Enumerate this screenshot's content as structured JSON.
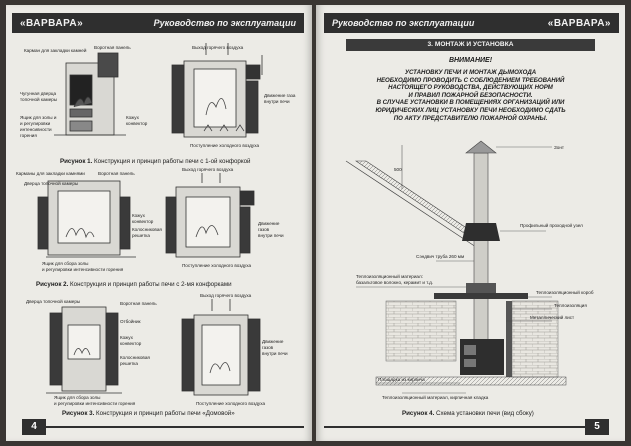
{
  "left_page": {
    "brand": "«ВАРВАРА»",
    "header_title": "Руководство по эксплуатации",
    "page_number": "4",
    "figure1": {
      "caption_prefix": "Рисунок 1.",
      "caption_text": " Конструкция и принцип работы печи с 1-ой конфоркой",
      "labels": {
        "kamni": "Карман для закладки камней",
        "vorotnaya": "Воротная панель",
        "chugun": "Чугунная дверца",
        "topochnoy": "топочной камеры",
        "yashik1": "Ящик для золы и",
        "yashik2": "и регулировки",
        "yashik3": "интенсивности",
        "yashik4": "горения",
        "kozhuh1": "Кожух",
        "kozhuh2": "конвектор",
        "vyhod": "Выход горячего воздуха",
        "dvizh1": "Движение газа",
        "dvizh2": "внутри печи",
        "postup": "Поступление холодного воздуха"
      }
    },
    "figure2": {
      "caption_prefix": "Рисунок 2.",
      "caption_text": " Конструкция и принцип работы печи с 2-мя конфорками",
      "labels": {
        "karmany": "Карманы для закладки камнями",
        "dverca": "Дверца топочной камеры",
        "vorotnaya": "Воротная панель",
        "kozhuh1": "Кожух",
        "kozhuh2": "конвектор",
        "kolos1": "Колосниковая",
        "kolos2": "решетка",
        "yashik1": "Ящик для сбора золы",
        "yashik2": "и регулировки интенсивности горения",
        "vyhod": "Выход горячего воздуха",
        "dvizh1": "Движение",
        "dvizh2": "газов",
        "dvizh3": "внутри печи",
        "postup": "Поступление холодного воздуха"
      }
    },
    "figure3": {
      "caption_prefix": "Рисунок 3.",
      "caption_text": " Конструкция и принцип работы печи «Домовой»",
      "labels": {
        "dverca": "Дверца топочной камеры",
        "vorotnaya": "Воротная панель",
        "otboinik": "Отбойник",
        "kozhuh1": "Кожух",
        "kozhuh2": "конвектор",
        "kolos1": "Колосниковая",
        "kolos2": "решетка",
        "yashik1": "Ящик для сбора золы",
        "yashik2": "и регулировки интенсивности горения",
        "vyhod": "Выход горячего воздуха",
        "dvizh1": "Движение",
        "dvizh2": "газов",
        "dvizh3": "внутри печи",
        "postup": "Поступление холодного воздуха"
      }
    }
  },
  "right_page": {
    "brand": "«ВАРВАРА»",
    "header_title": "Руководство по эксплуатации",
    "page_number": "5",
    "section_title": "3.  МОНТАЖ И УСТАНОВКА",
    "warning_title": "ВНИМАНИЕ!",
    "warning_lines": [
      "Установку печи и монтаж дымохода",
      "необходимо проводить с соблюдением требований",
      "настоящего руководства, действующих норм",
      "и правил пожарной безопасности.",
      "В случае установки в помещениях организаций или",
      "юридических лиц установку печи необходимо сдать",
      "по акту представителю пожарной охраны."
    ],
    "figure4": {
      "caption_prefix": "Рисунок 4.",
      "caption_text": " Схема установки печи (вид сбоку)",
      "labels": {
        "zont": "Зонт",
        "dim": "500",
        "profil": "Профильный проходной узел",
        "sendvich": "Сэндвич труба 260 мм",
        "teplo1": "Теплоизоляционный материал:",
        "teplo2": "базальтовое волокно, керамит и т.д.",
        "korob": "Теплоизоляционный короб",
        "teploiz": "Теплоизоляция",
        "metall": "Металлический лист",
        "ploshad": "Площадка из кирпича",
        "niz": "Теплоизоляционный материал, кирпичная кладка"
      }
    }
  }
}
